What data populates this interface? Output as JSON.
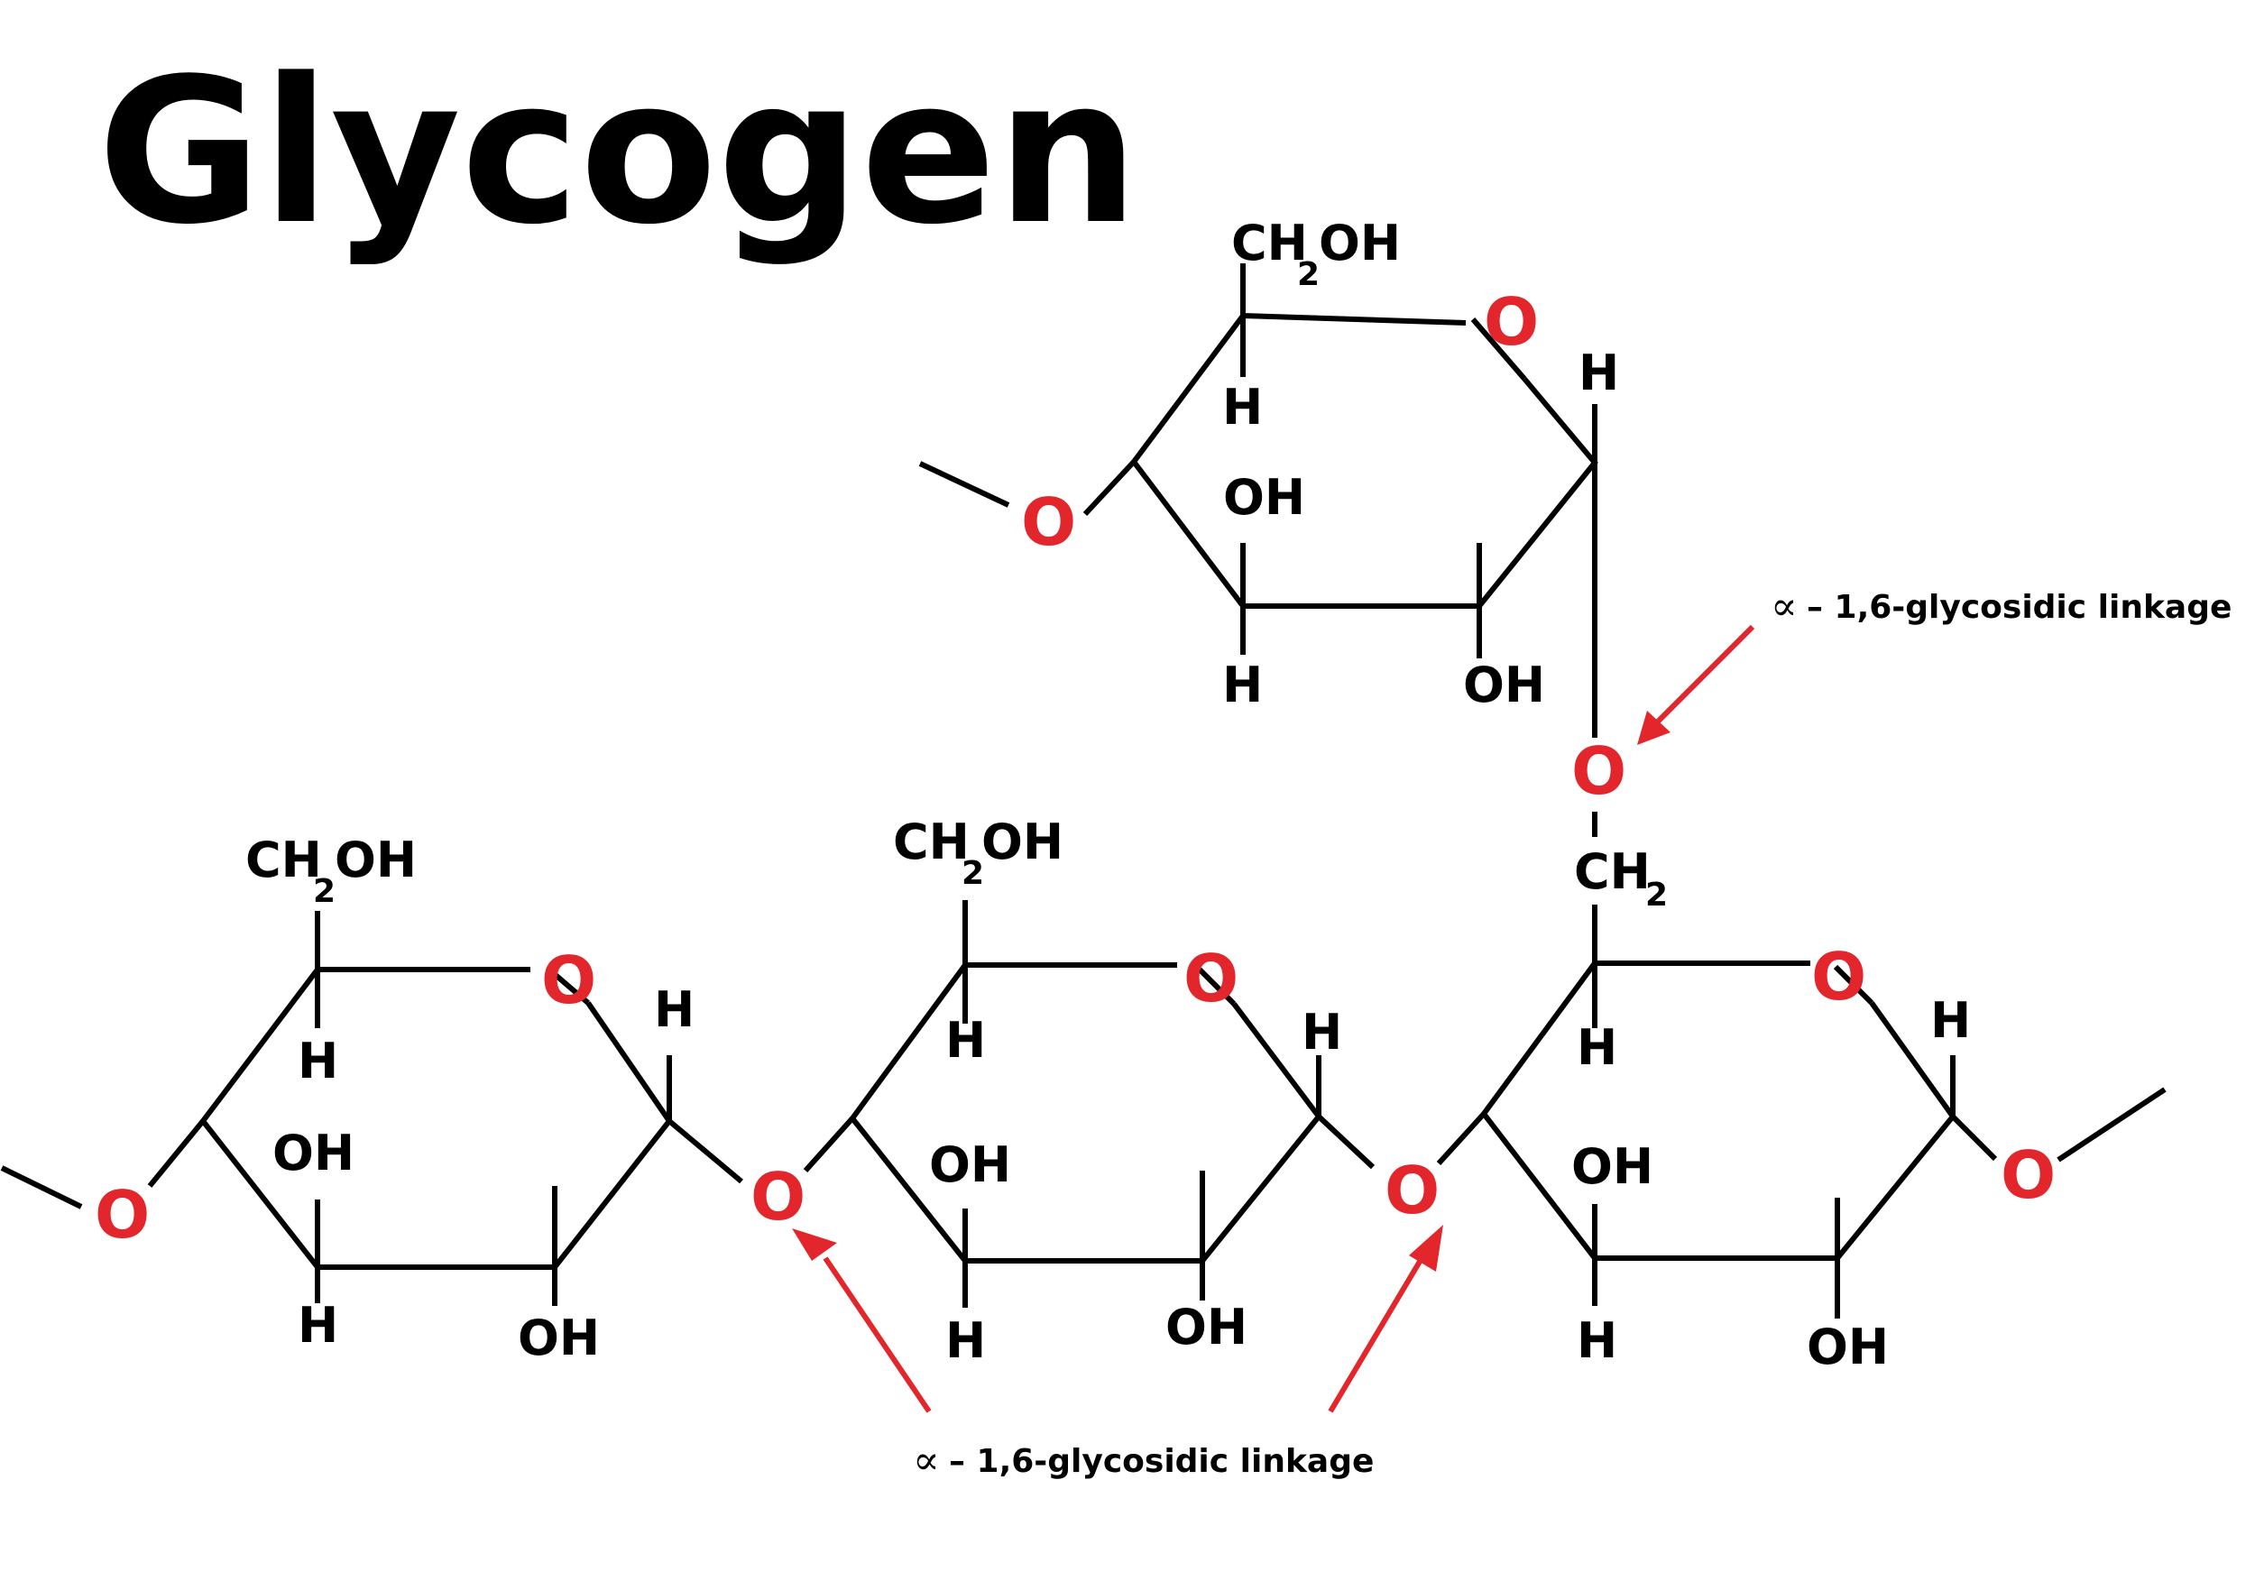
{
  "title": "Glycogen",
  "colors": {
    "oxygen": "#e3262b",
    "bond": "#000000",
    "arrow": "#e3262b"
  },
  "atoms": {
    "hydrogen": "H",
    "hydroxyl": "OH",
    "oxygen": "O",
    "ch2oh": {
      "main": "CH",
      "subscript": "2",
      "tail": "OH"
    },
    "ch2": {
      "main": "CH",
      "subscript": "2"
    }
  },
  "annotations": {
    "top_linkage": {
      "symbol": "∝",
      "text": "– 1,6-glycosidic linkage"
    },
    "bottom_linkage": {
      "symbol": "∝",
      "text": "– 1,6-glycosidic linkage"
    }
  }
}
